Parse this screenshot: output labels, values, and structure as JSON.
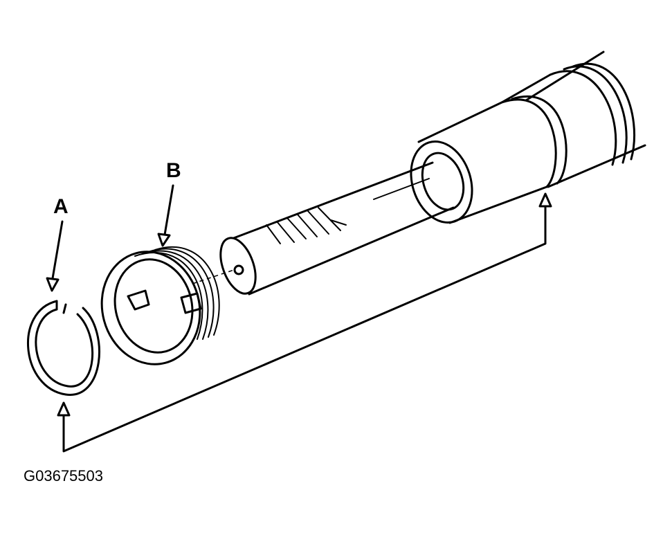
{
  "figure": {
    "id_code": "G03675503",
    "callouts": {
      "a": "A",
      "b": "B"
    }
  },
  "colors": {
    "ink": "#000000",
    "paper": "#ffffff"
  }
}
